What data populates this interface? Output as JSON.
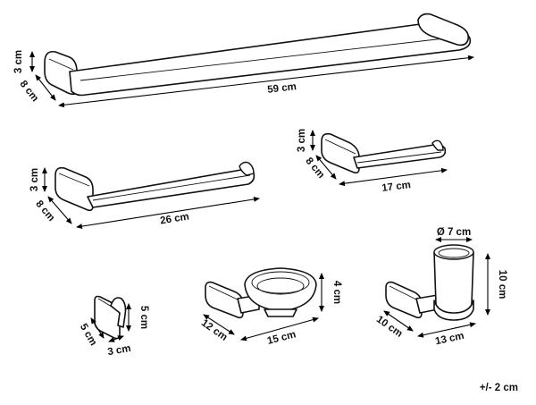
{
  "items": [
    {
      "name": "long-towel-bar",
      "dimensions": {
        "height": "3 cm",
        "depth": "8 cm",
        "length": "59 cm"
      }
    },
    {
      "name": "short-towel-bar",
      "dimensions": {
        "height": "3 cm",
        "depth": "8 cm",
        "length": "26 cm"
      }
    },
    {
      "name": "paper-holder",
      "dimensions": {
        "height": "3 cm",
        "depth": "8 cm",
        "length": "17 cm"
      }
    },
    {
      "name": "robe-hook",
      "dimensions": {
        "depth": "5 cm",
        "width": "3 cm",
        "height": "5 cm"
      }
    },
    {
      "name": "soap-dish",
      "dimensions": {
        "depth": "12 cm",
        "width": "15 cm",
        "height": "4 cm"
      }
    },
    {
      "name": "tumbler-holder",
      "dimensions": {
        "diameter": "Ø 7 cm",
        "depth": "10 cm",
        "width": "13 cm",
        "height": "10 cm"
      }
    }
  ],
  "tolerance": "+/- 2 cm"
}
